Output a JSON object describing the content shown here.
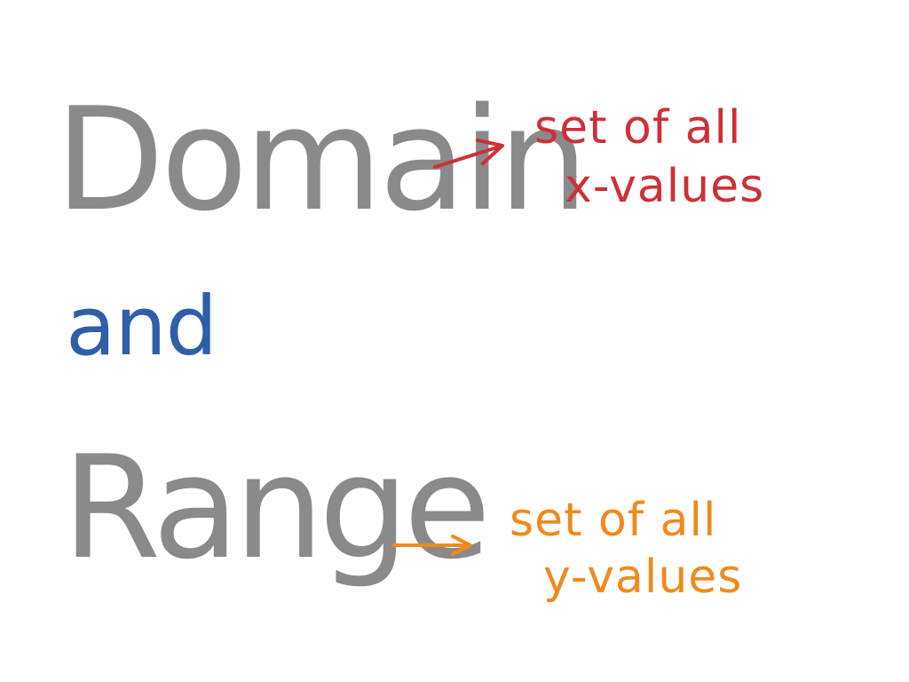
{
  "words": {
    "domain": "Domain",
    "and": "and",
    "range": "Range"
  },
  "notes": {
    "domain_line1": "set of all",
    "domain_line2": "x-values",
    "range_line1": "set of all",
    "range_line2": "y-values"
  },
  "colors": {
    "main_words": "#8a8a8a",
    "and": "#2e5fa8",
    "domain_note": "#cf2f36",
    "range_note": "#f08a1c",
    "background": "#ffffff"
  },
  "icons": {
    "domain_arrow": "right-arrow-icon",
    "range_arrow": "right-arrow-icon"
  }
}
